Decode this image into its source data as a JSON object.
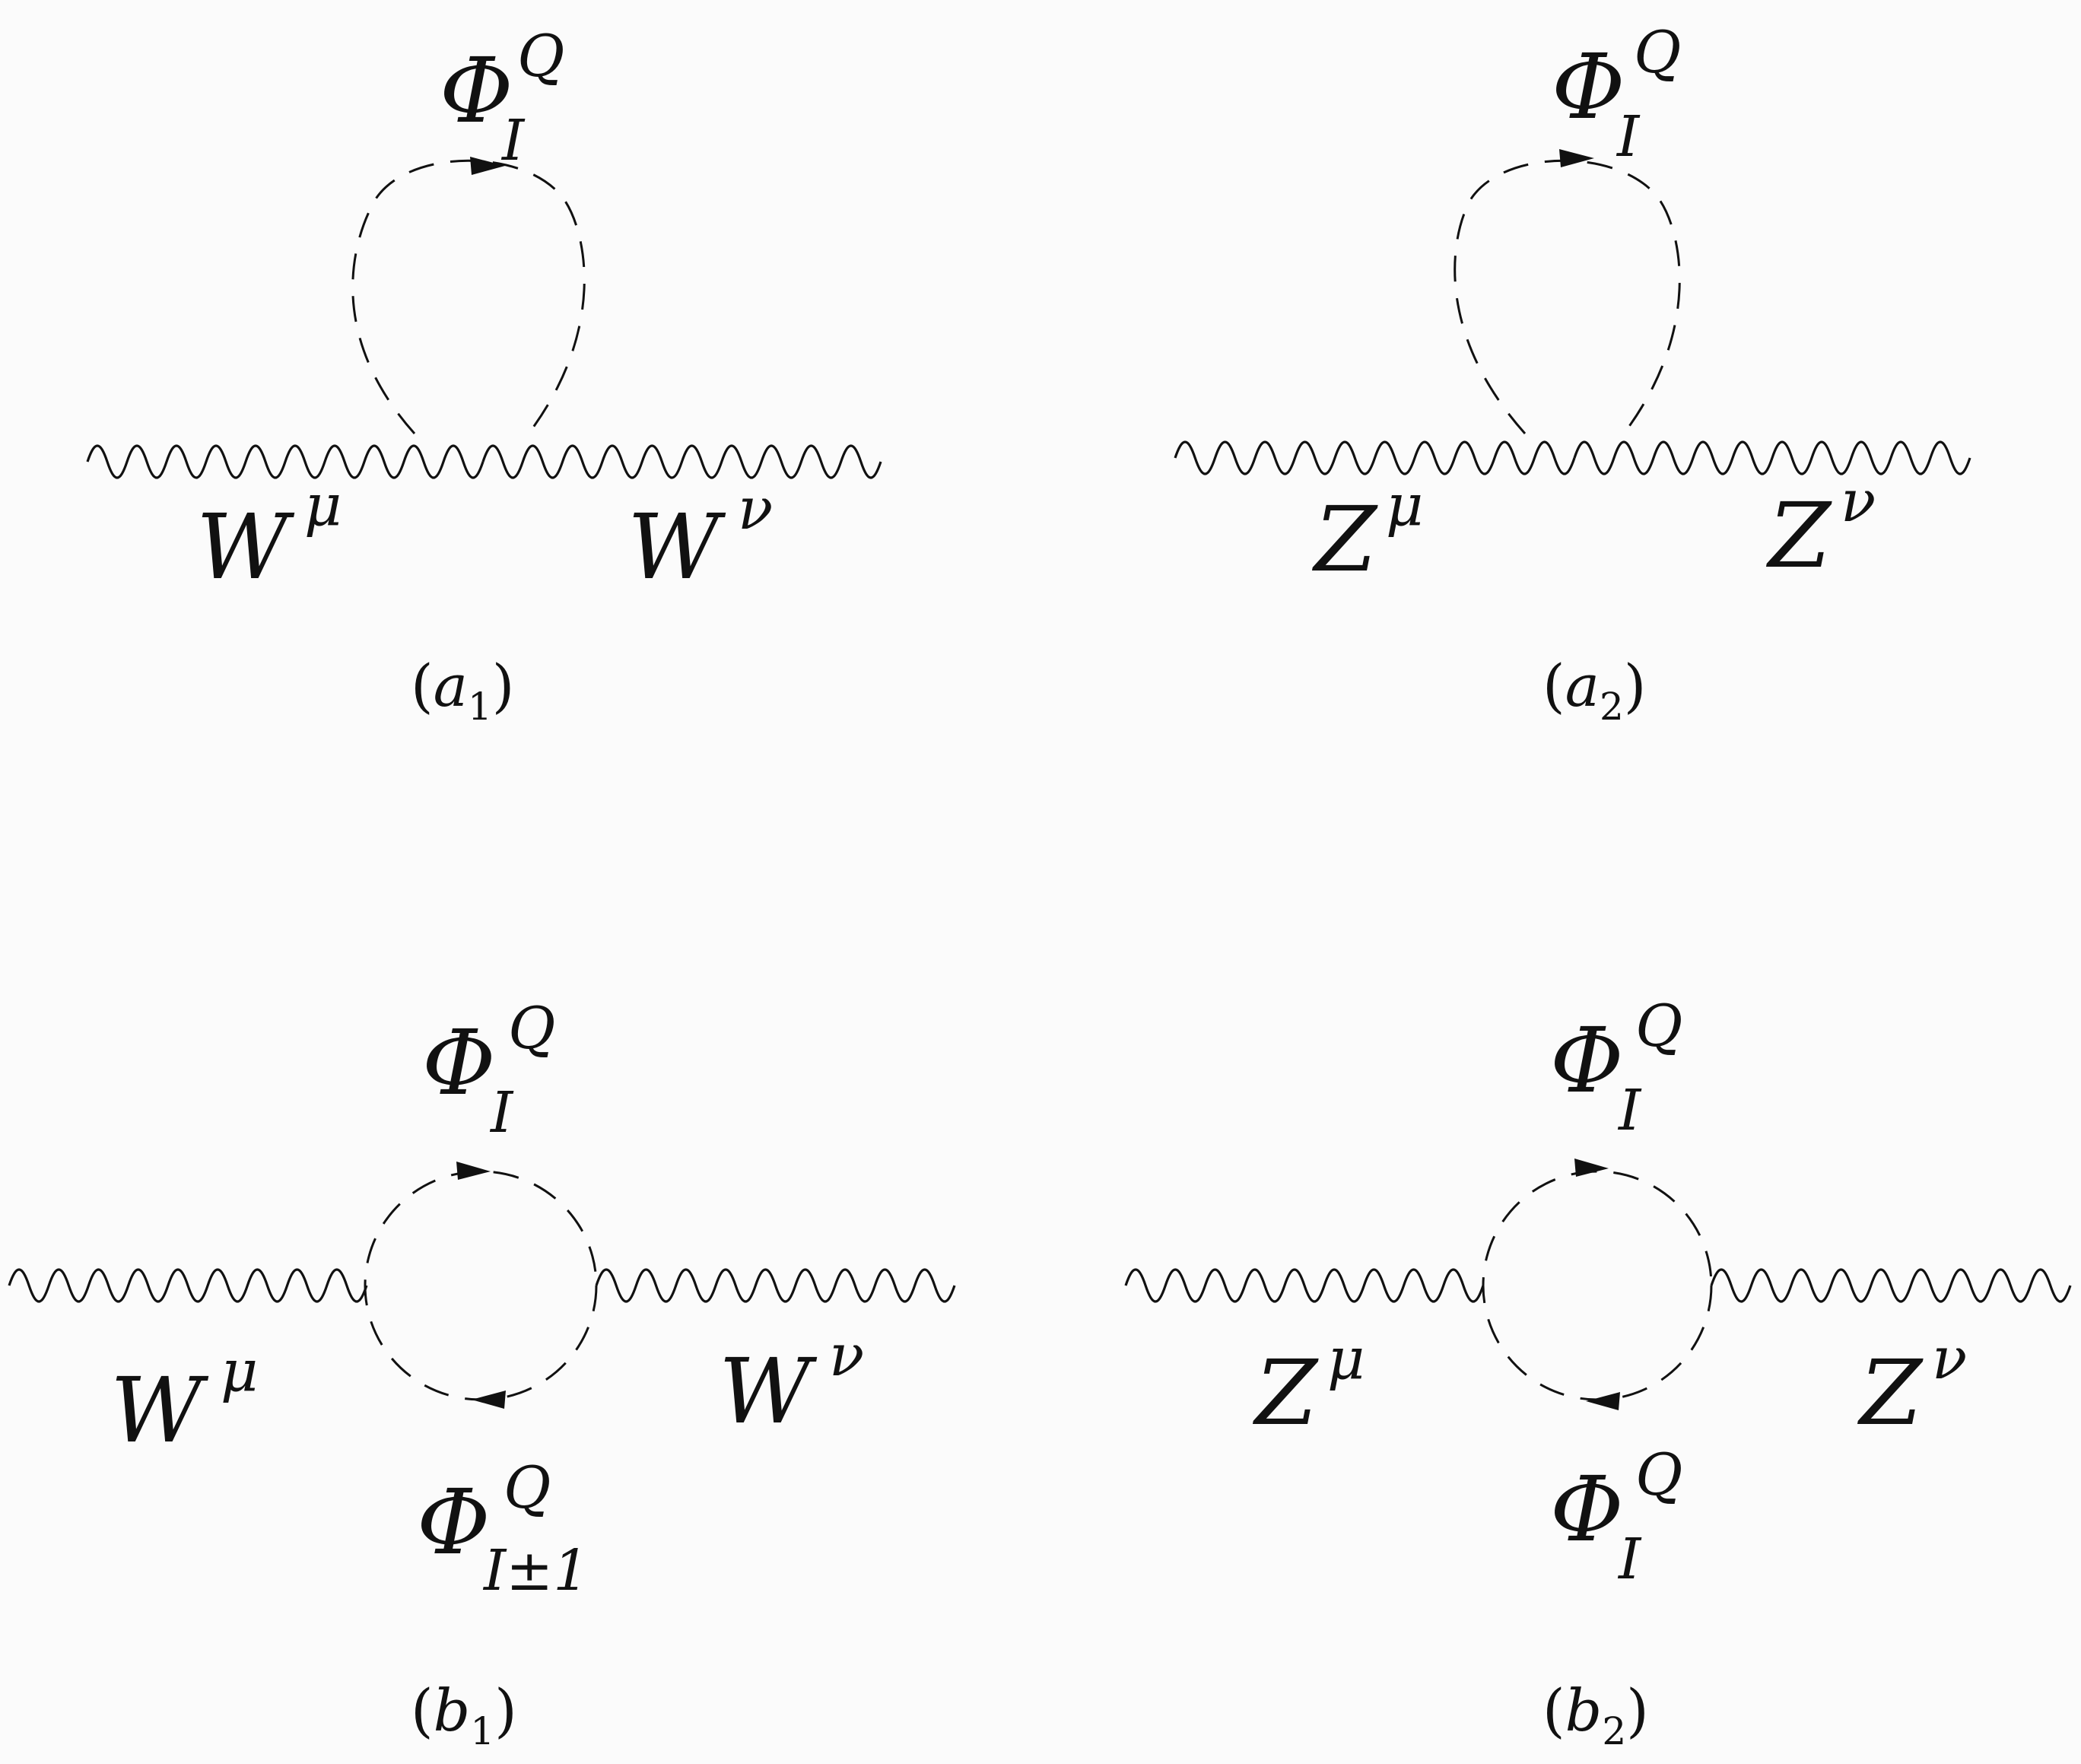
{
  "diagrams": [
    {
      "id": "a1",
      "caption": {
        "letter": "a",
        "index": "1"
      },
      "boson_left": {
        "symbol": "W",
        "index": "μ"
      },
      "boson_right": {
        "symbol": "W",
        "index": "ν"
      },
      "scalar_top": {
        "symbol": "Φ",
        "sup": "Q",
        "sub": "I"
      }
    },
    {
      "id": "a2",
      "caption": {
        "letter": "a",
        "index": "2"
      },
      "boson_left": {
        "symbol": "Z",
        "index": "μ"
      },
      "boson_right": {
        "symbol": "Z",
        "index": "ν"
      },
      "scalar_top": {
        "symbol": "Φ",
        "sup": "Q",
        "sub": "I"
      }
    },
    {
      "id": "b1",
      "caption": {
        "letter": "b",
        "index": "1"
      },
      "boson_left": {
        "symbol": "W",
        "index": "μ"
      },
      "boson_right": {
        "symbol": "W",
        "index": "ν"
      },
      "scalar_top": {
        "symbol": "Φ",
        "sup": "Q",
        "sub": "I"
      },
      "scalar_bottom": {
        "symbol": "Φ",
        "sup": "Q",
        "sub": "I±1"
      }
    },
    {
      "id": "b2",
      "caption": {
        "letter": "b",
        "index": "2"
      },
      "boson_left": {
        "symbol": "Z",
        "index": "μ"
      },
      "boson_right": {
        "symbol": "Z",
        "index": "ν"
      },
      "scalar_top": {
        "symbol": "Φ",
        "sup": "Q",
        "sub": "I"
      },
      "scalar_bottom": {
        "symbol": "Φ",
        "sup": "Q",
        "sub": "I"
      }
    }
  ]
}
